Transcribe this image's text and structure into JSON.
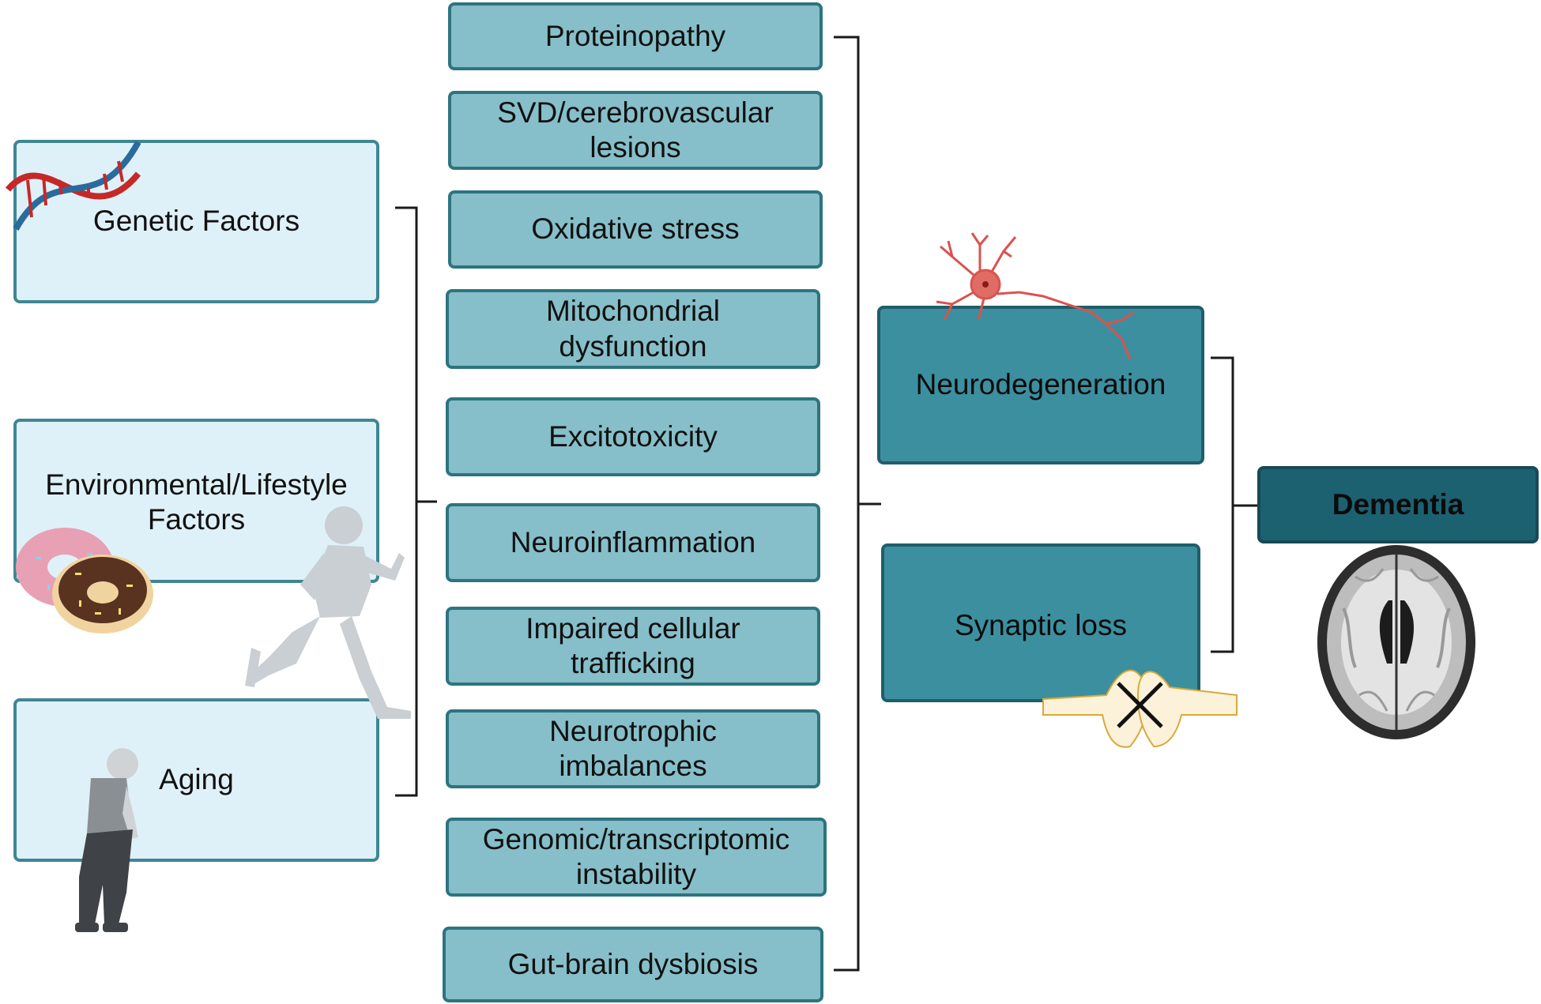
{
  "risk_factors": [
    {
      "label": "Genetic Factors"
    },
    {
      "label": "Environmental/Lifestyle Factors"
    },
    {
      "label": "Aging"
    }
  ],
  "mechanisms": [
    {
      "label": "Proteinopathy"
    },
    {
      "label": "SVD/cerebrovascular lesions"
    },
    {
      "label": "Oxidative stress"
    },
    {
      "label": "Mitochondrial dysfunction"
    },
    {
      "label": "Excitotoxicity"
    },
    {
      "label": "Neuroinflammation"
    },
    {
      "label": "Impaired cellular trafficking"
    },
    {
      "label": "Neurotrophic imbalances"
    },
    {
      "label": "Genomic/transcriptomic instability"
    },
    {
      "label": "Gut-brain dysbiosis"
    }
  ],
  "outcomes": [
    {
      "label": "Neurodegeneration"
    },
    {
      "label": "Synaptic loss"
    }
  ],
  "result": {
    "label": "Dementia"
  },
  "icons": [
    "dna-icon",
    "donut-icon",
    "runner-icon",
    "elderly-person-icon",
    "neuron-icon",
    "synapse-icon",
    "brain-scan-icon"
  ],
  "colors": {
    "risk_fill": "#dff1f8",
    "mechanism_fill": "#86bfc9",
    "outcome_fill": "#3c8f9f",
    "result_fill": "#1c6170"
  }
}
